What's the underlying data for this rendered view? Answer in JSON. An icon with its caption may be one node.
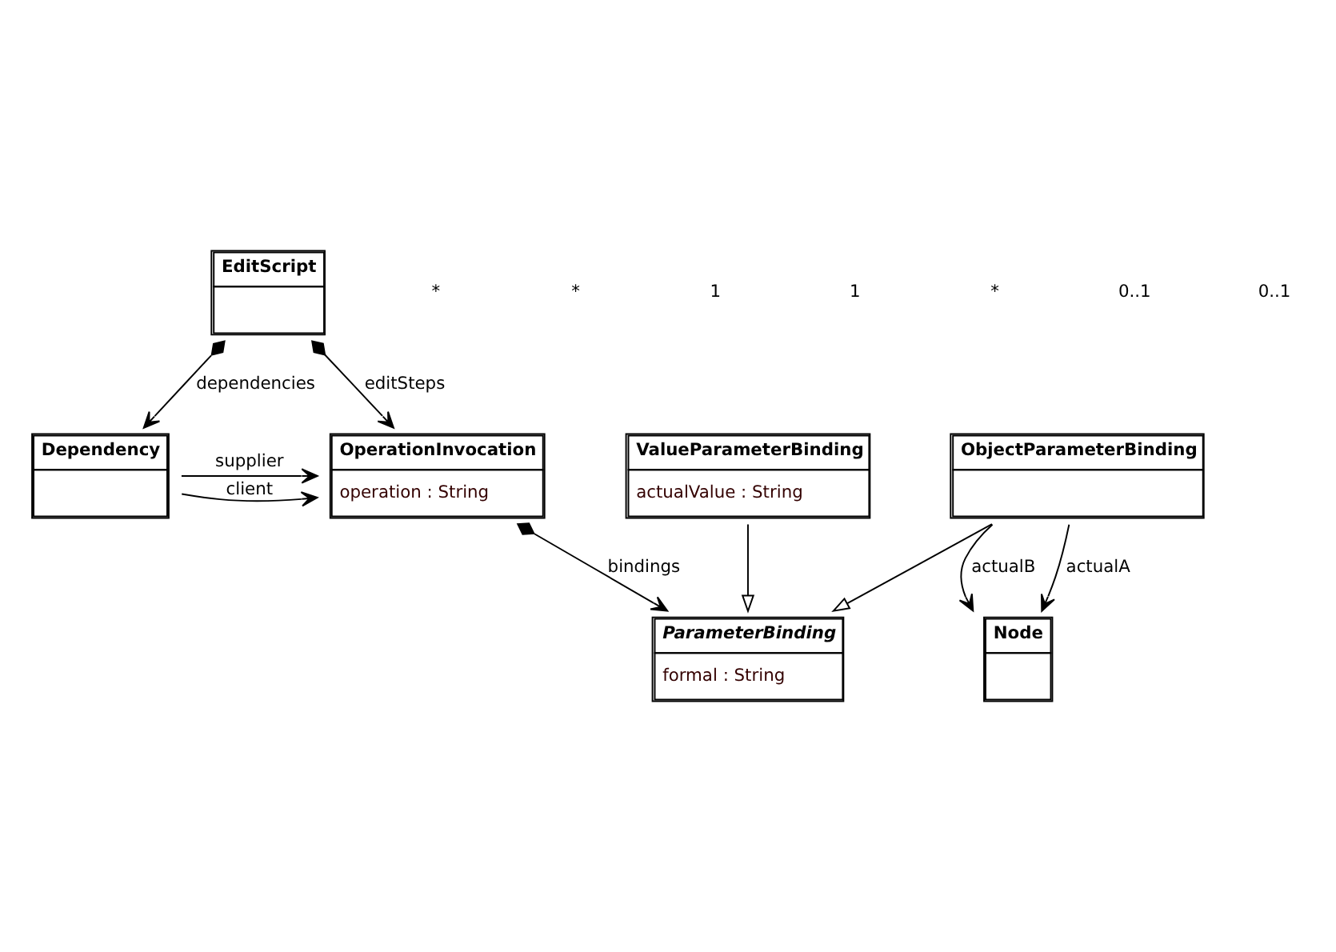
{
  "diagram": {
    "nodes": [
      {
        "text": [
          "EditScript"
        ]
      },
      {
        "text": [
          "OperationInvocation",
          "operation : String"
        ]
      },
      {
        "text": [
          "Dependency"
        ]
      },
      {
        "text": [
          "ParameterBinding",
          "formal : String"
        ]
      },
      {
        "text": [
          "ValueParameterBinding",
          "actualValue : String"
        ]
      },
      {
        "text": [
          "ObjectParameterBinding"
        ]
      },
      {
        "text": [
          "Node"
        ]
      }
    ],
    "edges": [
      {
        "from": 0,
        "to": 1,
        "arrow": "to",
        "label": "editSteps"
      },
      {
        "from": 0,
        "to": 2,
        "arrow": "to",
        "label": "dependencies"
      },
      {
        "from": 2,
        "to": 1,
        "arrow": "to",
        "label": "client"
      },
      {
        "from": 2,
        "to": 1,
        "arrow": "to",
        "label": "supplier"
      },
      {
        "from": 1,
        "to": 3,
        "arrow": "to",
        "label": "bindings"
      },
      {
        "from": 4,
        "to": 3,
        "arrow": "to"
      },
      {
        "from": 5,
        "to": 3,
        "arrow": "to"
      },
      {
        "from": 5,
        "to": 6,
        "arrow": "to",
        "label": "actualA"
      },
      {
        "from": 5,
        "to": 6,
        "arrow": "to",
        "label": "actualB"
      }
    ],
    "labels": [
      "*",
      "*",
      "1",
      "1",
      "*",
      "0..1",
      "0..1"
    ]
  }
}
